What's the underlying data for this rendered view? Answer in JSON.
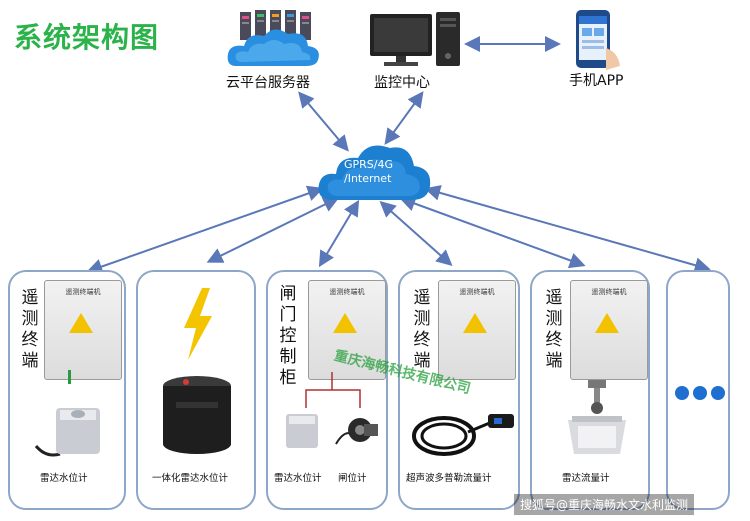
{
  "title": "系统架构图",
  "top_nodes": {
    "cloud_server": "云平台服务器",
    "monitor_center": "监控中心",
    "mobile_app": "手机APP"
  },
  "network_label": "GPRS/4G\n/Internet",
  "panels": [
    {
      "side_text": "遥\n测\n终\n端",
      "cabinet_name": "遥测终端机",
      "captions": [
        "雷达水位计"
      ]
    },
    {
      "side_text": "",
      "cabinet_name": "",
      "captions": [
        "一体化雷达水位计"
      ]
    },
    {
      "side_text": "闸\n门\n控\n制\n柜",
      "cabinet_name": "遥测终端机",
      "captions": [
        "雷达水位计",
        "闸位计"
      ]
    },
    {
      "side_text": "遥\n测\n终\n端",
      "cabinet_name": "遥测终端机",
      "captions": [
        "超声波多普勒流量计"
      ]
    },
    {
      "side_text": "遥\n测\n终\n端",
      "cabinet_name": "遥测终端机",
      "captions": [
        "雷达流量计"
      ]
    },
    {
      "side_text": "",
      "cabinet_name": "",
      "captions": []
    }
  ],
  "watermark": "重庆海畅科技有限公司",
  "sohu_credit": "搜狐号@重庆海畅水文水利监测",
  "colors": {
    "title_green": "#2bb34a",
    "panel_border": "#8ea6c8",
    "arrow_blue": "#5a78b8",
    "cloud_blue": "#1d7fd0",
    "dots_blue": "#1f6fd0"
  }
}
